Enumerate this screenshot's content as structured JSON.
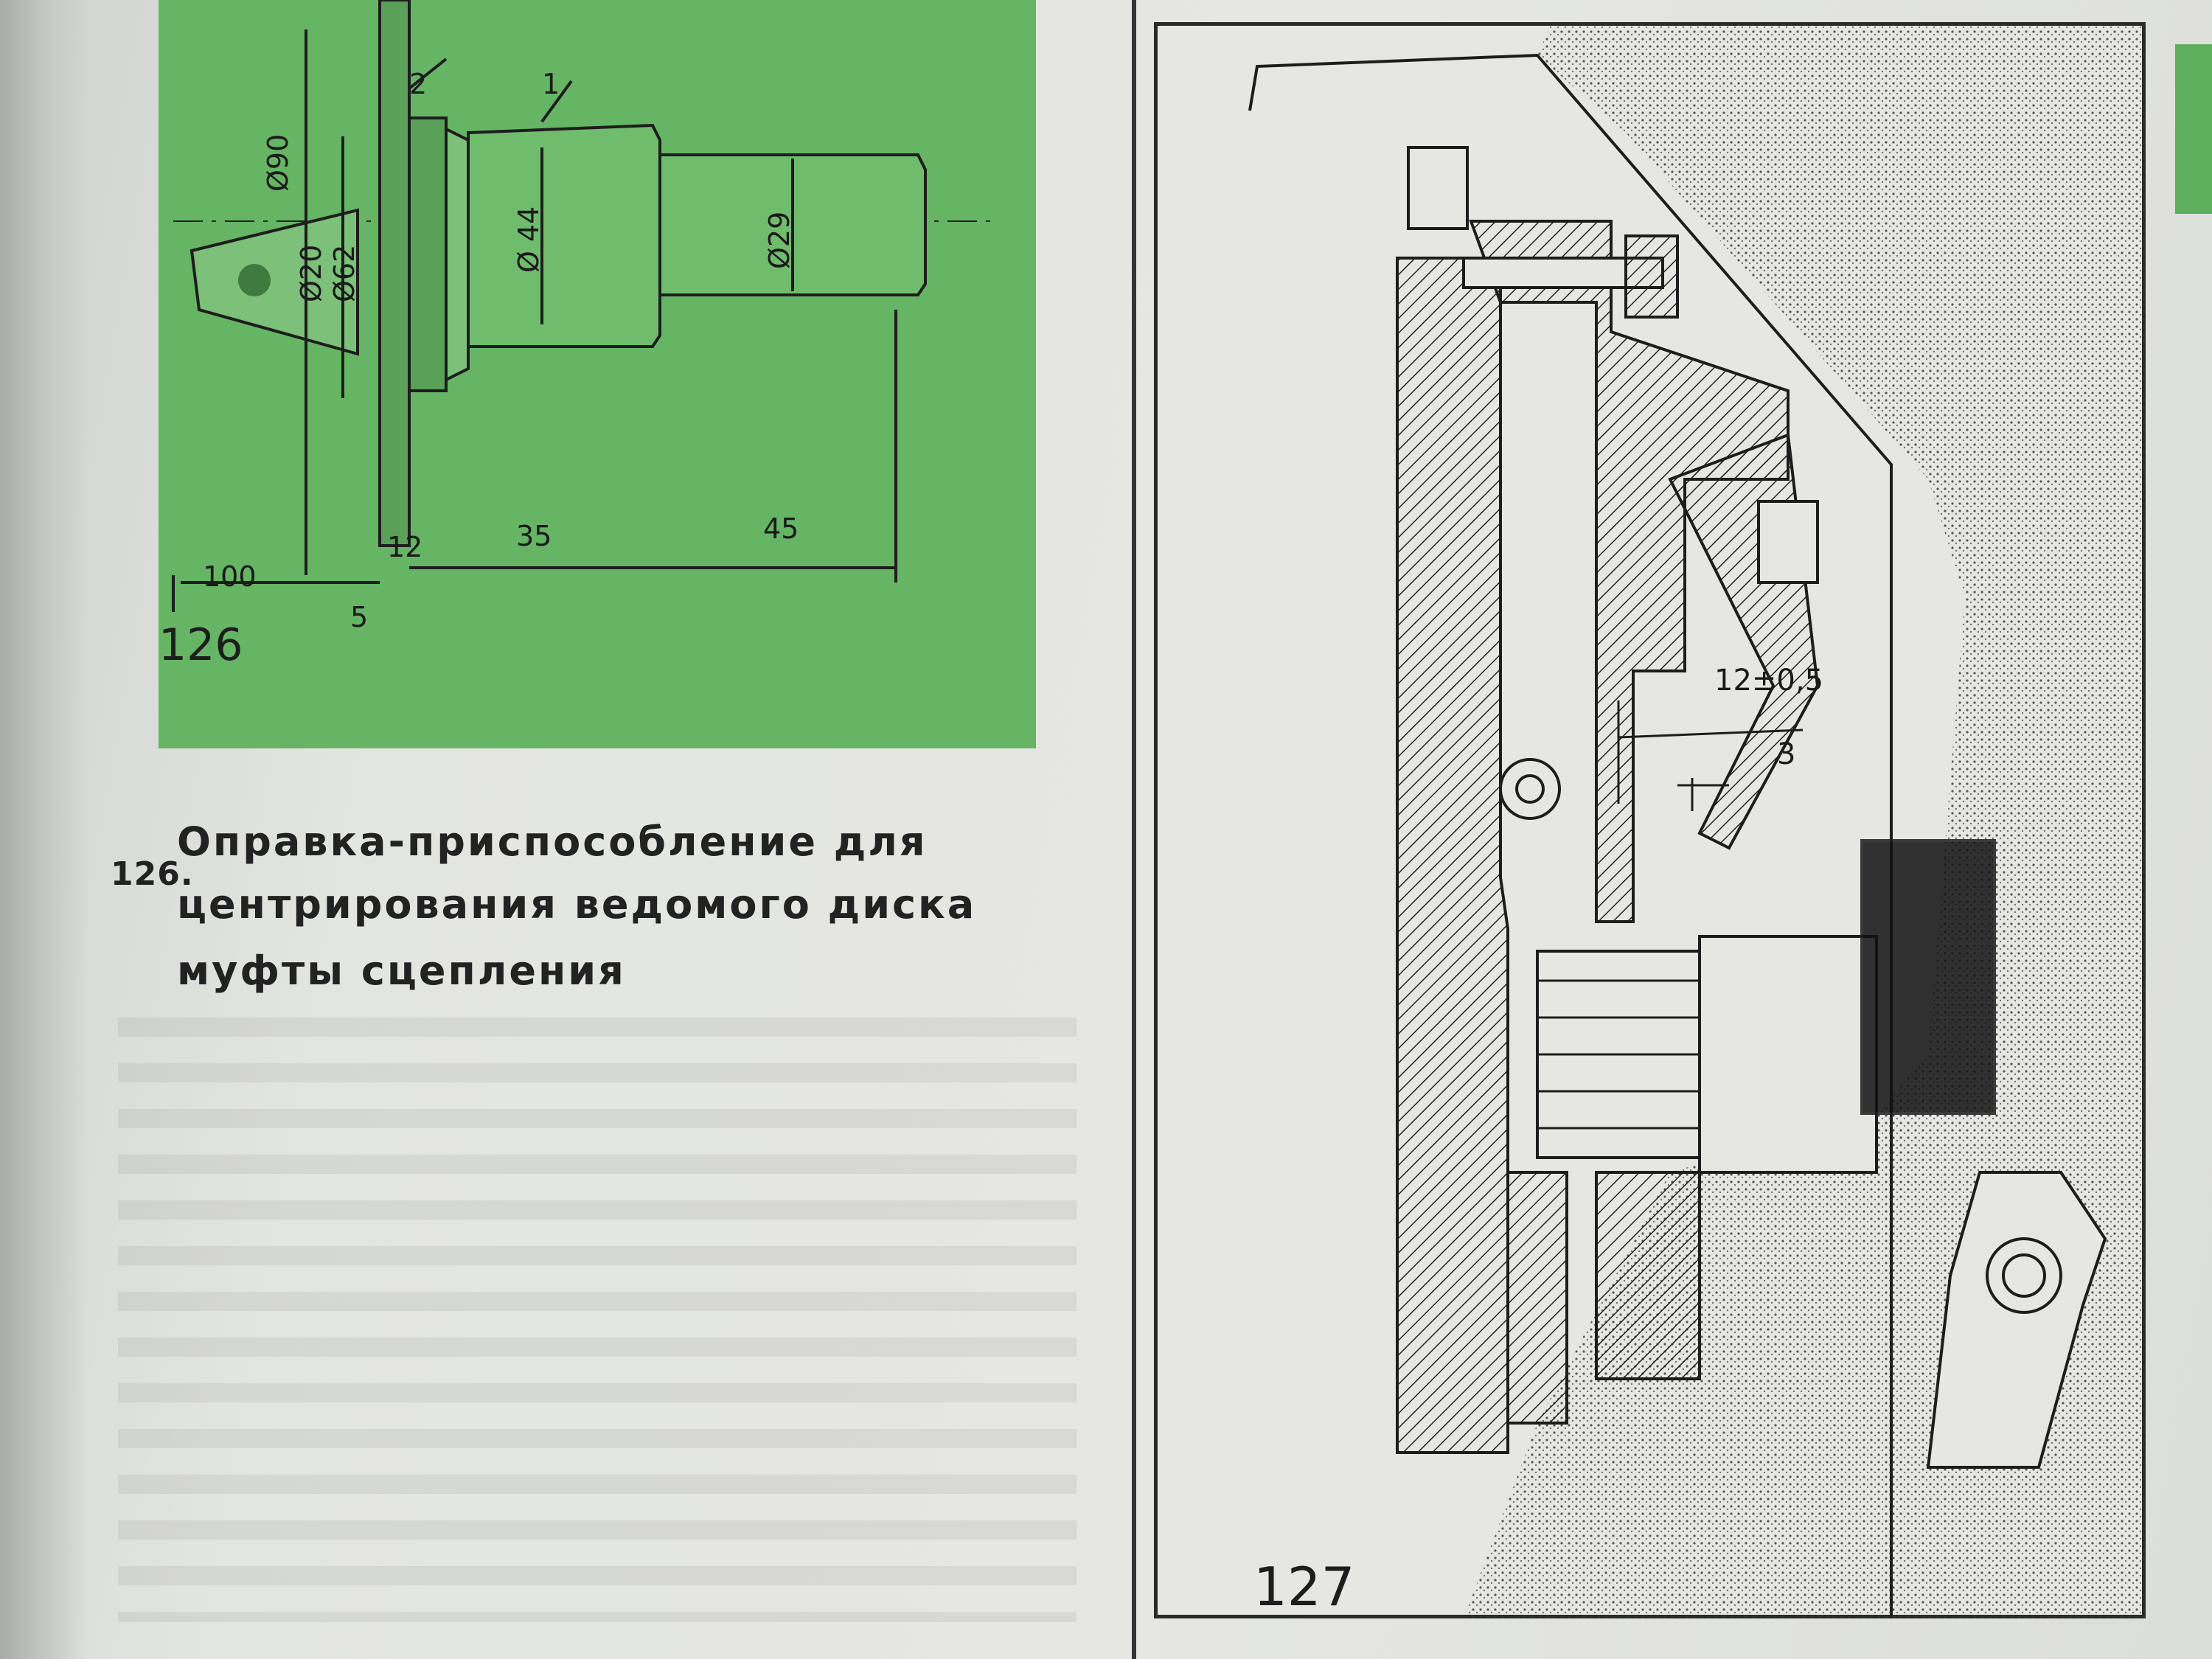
{
  "figure126": {
    "number": "126",
    "labels": {
      "part1": "1",
      "part2": "2",
      "d90": "Ø90",
      "d20": "Ø20",
      "d62": "Ø62",
      "d44": "Ø 44",
      "d29": "Ø29",
      "l100": "100",
      "l5": "5",
      "l12": "12",
      "l35": "35",
      "l45": "45"
    }
  },
  "caption": {
    "number": "126.",
    "line1": "Оправка-приспособление    для",
    "line2": "центрирования  ведомого  диска",
    "line3": "муфты сцепления"
  },
  "figure127": {
    "number": "127",
    "labels": {
      "gap": "12±0,5",
      "d3": "3"
    }
  },
  "colors": {
    "green": "#66b565",
    "ink": "#1d1d1d",
    "paper": "#e6e7e3"
  }
}
